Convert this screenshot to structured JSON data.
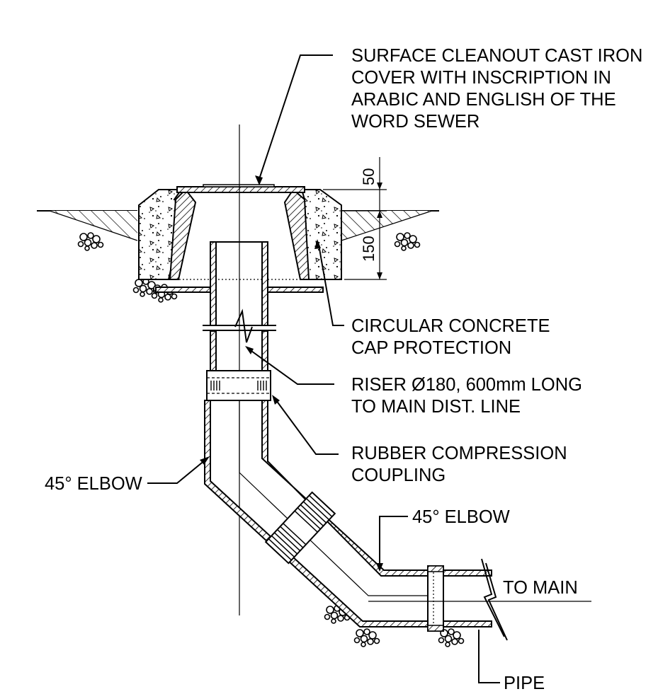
{
  "labels": {
    "cover_line1": "SURFACE CLEANOUT CAST IRON",
    "cover_line2": "COVER WITH INSCRIPTION IN",
    "cover_line3": "ARABIC AND ENGLISH OF THE",
    "cover_line4": "WORD SEWER",
    "cap_line1": "CIRCULAR CONCRETE",
    "cap_line2": "CAP PROTECTION",
    "riser_line1": "RISER Ø180, 600mm LONG",
    "riser_line2": "TO MAIN DIST. LINE",
    "coupling_line1": "RUBBER COMPRESSION",
    "coupling_line2": "COUPLING",
    "elbow_left": "45° ELBOW",
    "elbow_right": "45° ELBOW",
    "to_main": "TO MAIN",
    "pipe": "PIPE"
  },
  "dimensions": {
    "cover_thickness": "50",
    "cap_depth": "150"
  },
  "colors": {
    "line": "#000000",
    "background": "#ffffff"
  }
}
